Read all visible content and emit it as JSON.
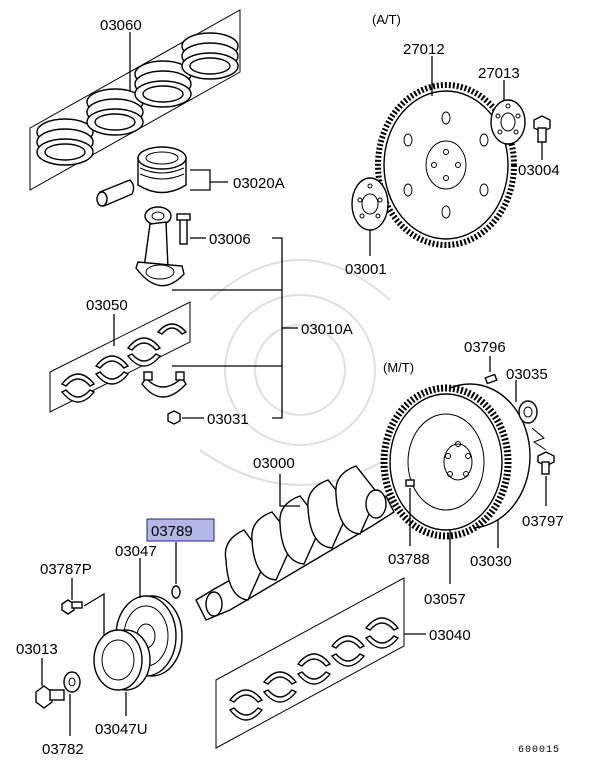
{
  "labels": {
    "p03060": "03060",
    "p03020A": "03020A",
    "p03006": "03006",
    "p03050": "03050",
    "p03010A": "03010A",
    "p03031": "03031",
    "p03000": "03000",
    "p03789": "03789",
    "p03047": "03047",
    "p03787P": "03787P",
    "p03013": "03013",
    "p03782": "03782",
    "p03047U": "03047U",
    "p03040": "03040",
    "at": "(A/T)",
    "p27012": "27012",
    "p27013": "27013",
    "p03004": "03004",
    "p03001": "03001",
    "mt": "(M/T)",
    "p03796": "03796",
    "p03035": "03035",
    "p03797": "03797",
    "p03788": "03788",
    "p03030": "03030",
    "p03057": "03057",
    "figure_id": "600015"
  },
  "highlight": {
    "part": "03789",
    "color": "#b4b6e6"
  }
}
